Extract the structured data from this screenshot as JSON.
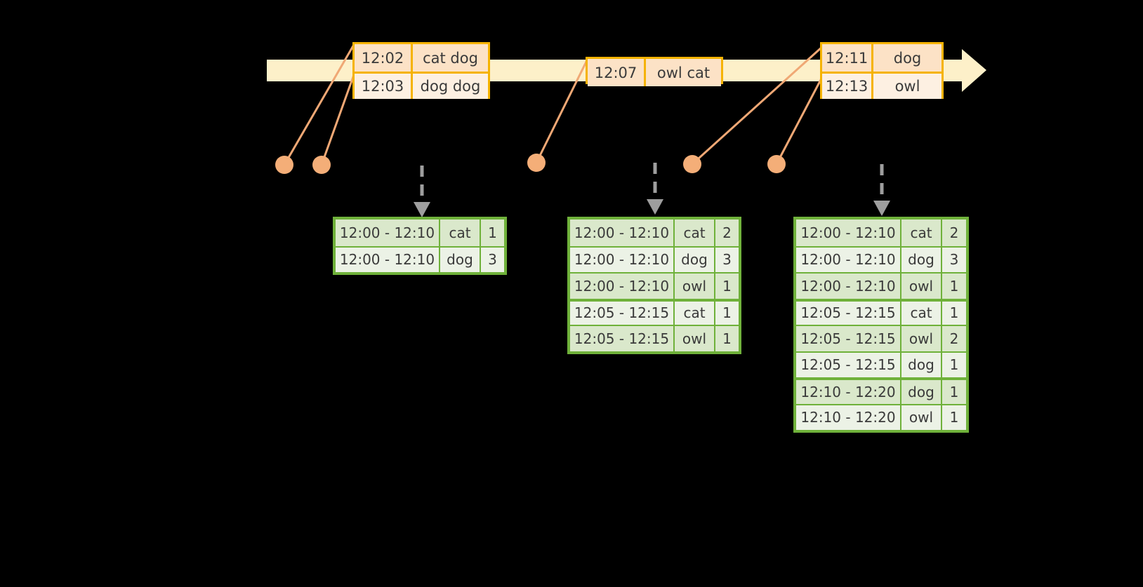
{
  "diagram": {
    "title": "sliding-window-aggregation-timeline",
    "colors": {
      "background": "#000000",
      "timeline_bar": "#FDF0C9",
      "event_border": "#F5B301",
      "event_shade": "#FCE2C6",
      "event_plain": "#FDF0E2",
      "connector": "#F0A875",
      "dot": "#F4AE78",
      "table_border": "#6FB13A",
      "row_dark": "#DAE8CB",
      "row_light": "#ECF2E6",
      "dashed_arrow": "#9E9E9E",
      "text": "#3a3a3a"
    }
  },
  "timeline": {
    "name": "event-timeline-arrow",
    "events": [
      {
        "id": "event-group-1",
        "rows": [
          {
            "time": "12:02",
            "words": "cat dog"
          },
          {
            "time": "12:03",
            "words": "dog dog"
          }
        ]
      },
      {
        "id": "event-group-2",
        "rows": [
          {
            "time": "12:07",
            "words": "owl cat"
          }
        ]
      },
      {
        "id": "event-group-3",
        "rows": [
          {
            "time": "12:11",
            "words": "dog"
          },
          {
            "time": "12:13",
            "words": "owl"
          }
        ]
      }
    ]
  },
  "dots": [
    {
      "name": "event-dot-1"
    },
    {
      "name": "event-dot-2"
    },
    {
      "name": "event-dot-3"
    },
    {
      "name": "event-dot-4"
    },
    {
      "name": "event-dot-5"
    }
  ],
  "results": [
    {
      "id": "result-table-1",
      "rows": [
        {
          "window": "12:00 - 12:10",
          "word": "cat",
          "count": "1",
          "shade": "dark",
          "group_start": false
        },
        {
          "window": "12:00 - 12:10",
          "word": "dog",
          "count": "3",
          "shade": "light",
          "group_start": false
        }
      ]
    },
    {
      "id": "result-table-2",
      "rows": [
        {
          "window": "12:00 - 12:10",
          "word": "cat",
          "count": "2",
          "shade": "dark",
          "group_start": false
        },
        {
          "window": "12:00 - 12:10",
          "word": "dog",
          "count": "3",
          "shade": "light",
          "group_start": false
        },
        {
          "window": "12:00 - 12:10",
          "word": "owl",
          "count": "1",
          "shade": "dark",
          "group_start": false
        },
        {
          "window": "12:05 - 12:15",
          "word": "cat",
          "count": "1",
          "shade": "light",
          "group_start": true
        },
        {
          "window": "12:05 - 12:15",
          "word": "owl",
          "count": "1",
          "shade": "dark",
          "group_start": false
        }
      ]
    },
    {
      "id": "result-table-3",
      "rows": [
        {
          "window": "12:00 - 12:10",
          "word": "cat",
          "count": "2",
          "shade": "dark",
          "group_start": false
        },
        {
          "window": "12:00 - 12:10",
          "word": "dog",
          "count": "3",
          "shade": "light",
          "group_start": false
        },
        {
          "window": "12:00 - 12:10",
          "word": "owl",
          "count": "1",
          "shade": "dark",
          "group_start": false
        },
        {
          "window": "12:05 - 12:15",
          "word": "cat",
          "count": "1",
          "shade": "light",
          "group_start": true
        },
        {
          "window": "12:05 - 12:15",
          "word": "owl",
          "count": "2",
          "shade": "dark",
          "group_start": false
        },
        {
          "window": "12:05 - 12:15",
          "word": "dog",
          "count": "1",
          "shade": "light",
          "group_start": false
        },
        {
          "window": "12:10 - 12:20",
          "word": "dog",
          "count": "1",
          "shade": "dark",
          "group_start": true
        },
        {
          "window": "12:10 - 12:20",
          "word": "owl",
          "count": "1",
          "shade": "light",
          "group_start": false
        }
      ]
    }
  ]
}
